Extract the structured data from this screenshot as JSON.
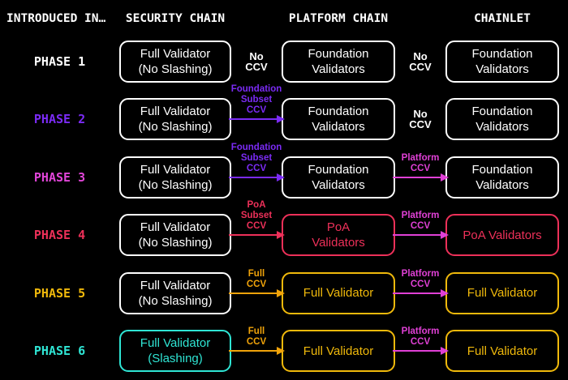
{
  "header": {
    "introduced_in": "INTRODUCED IN…",
    "security_chain": "SECURITY CHAIN",
    "platform_chain": "PLATFORM CHAIN",
    "chainlet": "CHAINLET"
  },
  "colors": {
    "background": "#000000",
    "white": "#FFFFFF",
    "purple": "#7B2BF5",
    "magenta": "#E040D6",
    "crimson": "#ED3059",
    "amber": "#F0B90B",
    "orange": "#F0A30A",
    "cyan": "#2FE5D4"
  },
  "rows": [
    {
      "phase": {
        "label": "PHASE 1",
        "color": "#FFFFFF"
      },
      "security": {
        "lines": [
          "Full Validator",
          "(No Slashing)"
        ],
        "color": "#FFFFFF"
      },
      "ccv1": {
        "lines": [
          "No",
          "CCV"
        ],
        "arrow": false,
        "color": "#FFFFFF"
      },
      "platform": {
        "lines": [
          "Foundation",
          "Validators"
        ],
        "color": "#FFFFFF"
      },
      "ccv2": {
        "lines": [
          "No",
          "CCV"
        ],
        "arrow": false,
        "color": "#FFFFFF"
      },
      "chainlet": {
        "lines": [
          "Foundation",
          "Validators"
        ],
        "color": "#FFFFFF"
      }
    },
    {
      "phase": {
        "label": "PHASE 2",
        "color": "#7B2BF5"
      },
      "security": {
        "lines": [
          "Full Validator",
          "(No Slashing)"
        ],
        "color": "#FFFFFF"
      },
      "ccv1": {
        "lines": [
          "Foundation",
          "Subset",
          "CCV"
        ],
        "arrow": true,
        "color": "#7B2BF5"
      },
      "platform": {
        "lines": [
          "Foundation",
          "Validators"
        ],
        "color": "#FFFFFF"
      },
      "ccv2": {
        "lines": [
          "No",
          "CCV"
        ],
        "arrow": false,
        "color": "#FFFFFF"
      },
      "chainlet": {
        "lines": [
          "Foundation",
          "Validators"
        ],
        "color": "#FFFFFF"
      }
    },
    {
      "phase": {
        "label": "PHASE 3",
        "color": "#E145D8"
      },
      "security": {
        "lines": [
          "Full Validator",
          "(No Slashing)"
        ],
        "color": "#FFFFFF"
      },
      "ccv1": {
        "lines": [
          "Foundation",
          "Subset",
          "CCV"
        ],
        "arrow": true,
        "color": "#7B2BF5"
      },
      "platform": {
        "lines": [
          "Foundation",
          "Validators"
        ],
        "color": "#FFFFFF"
      },
      "ccv2": {
        "lines": [
          "Platform",
          "CCV"
        ],
        "arrow": true,
        "color": "#E040D6"
      },
      "chainlet": {
        "lines": [
          "Foundation",
          "Validators"
        ],
        "color": "#FFFFFF"
      }
    },
    {
      "phase": {
        "label": "PHASE 4",
        "color": "#ED3059"
      },
      "security": {
        "lines": [
          "Full Validator",
          "(No Slashing)"
        ],
        "color": "#FFFFFF"
      },
      "ccv1": {
        "lines": [
          "PoA",
          "Subset",
          "CCV"
        ],
        "arrow": true,
        "color": "#ED3059"
      },
      "platform": {
        "lines": [
          "PoA",
          "Validators"
        ],
        "color": "#ED3059"
      },
      "ccv2": {
        "lines": [
          "Platform",
          "CCV"
        ],
        "arrow": true,
        "color": "#E040D6"
      },
      "chainlet": {
        "lines": [
          "PoA Validators"
        ],
        "color": "#ED3059"
      }
    },
    {
      "phase": {
        "label": "PHASE 5",
        "color": "#F0B90B"
      },
      "security": {
        "lines": [
          "Full Validator",
          "(No Slashing)"
        ],
        "color": "#FFFFFF"
      },
      "ccv1": {
        "lines": [
          "Full",
          "CCV"
        ],
        "arrow": true,
        "color": "#F0A30A"
      },
      "platform": {
        "lines": [
          "Full Validator"
        ],
        "color": "#F0B90B"
      },
      "ccv2": {
        "lines": [
          "Platform",
          "CCV"
        ],
        "arrow": true,
        "color": "#E040D6"
      },
      "chainlet": {
        "lines": [
          "Full Validator"
        ],
        "color": "#F0B90B"
      }
    },
    {
      "phase": {
        "label": "PHASE 6",
        "color": "#2FE5D4"
      },
      "security": {
        "lines": [
          "Full Validator",
          "(Slashing)"
        ],
        "color": "#2FE5D4"
      },
      "ccv1": {
        "lines": [
          "Full",
          "CCV"
        ],
        "arrow": true,
        "color": "#F0A30A"
      },
      "platform": {
        "lines": [
          "Full Validator"
        ],
        "color": "#F0B90B"
      },
      "ccv2": {
        "lines": [
          "Platform",
          "CCV"
        ],
        "arrow": true,
        "color": "#E040D6"
      },
      "chainlet": {
        "lines": [
          "Full Validator"
        ],
        "color": "#F0B90B"
      }
    }
  ]
}
